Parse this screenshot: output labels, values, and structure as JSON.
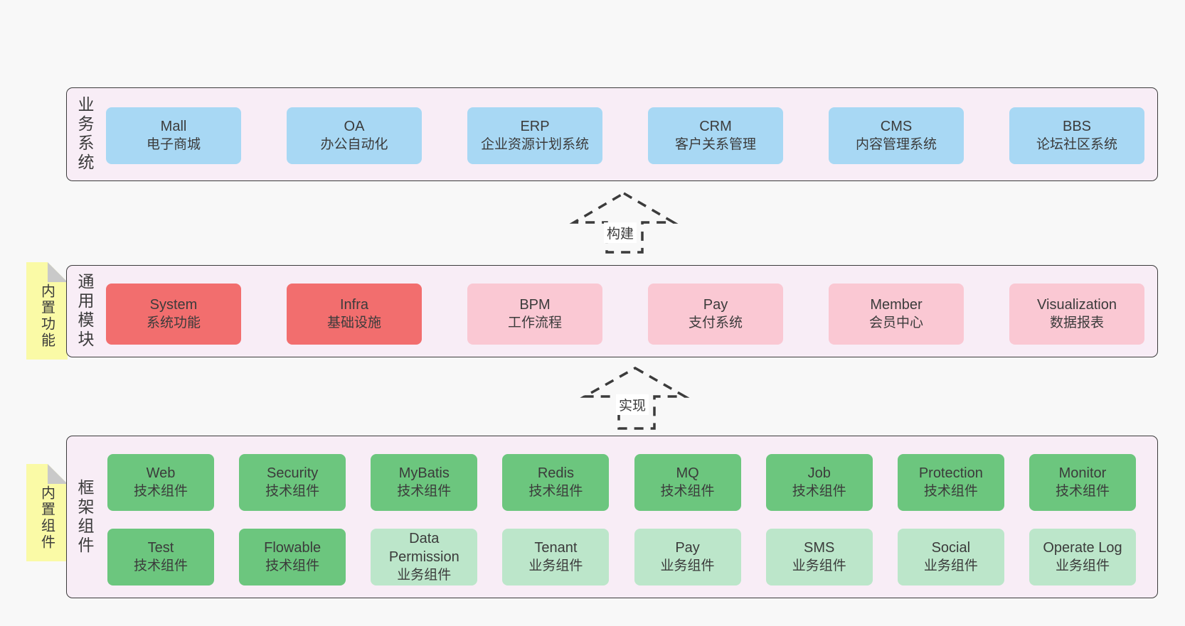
{
  "layers": {
    "business": {
      "side_label": "业务系统",
      "boxes": [
        {
          "name": "Mall",
          "subtitle": "电子商城"
        },
        {
          "name": "OA",
          "subtitle": "办公自动化"
        },
        {
          "name": "ERP",
          "subtitle": "企业资源计划系统"
        },
        {
          "name": "CRM",
          "subtitle": "客户关系管理"
        },
        {
          "name": "CMS",
          "subtitle": "内容管理系统"
        },
        {
          "name": "BBS",
          "subtitle": "论坛社区系统"
        }
      ]
    },
    "modules": {
      "side_label": "通用模块",
      "note": "内置功能",
      "boxes": [
        {
          "name": "System",
          "subtitle": "系统功能"
        },
        {
          "name": "Infra",
          "subtitle": "基础设施"
        },
        {
          "name": "BPM",
          "subtitle": "工作流程"
        },
        {
          "name": "Pay",
          "subtitle": "支付系统"
        },
        {
          "name": "Member",
          "subtitle": "会员中心"
        },
        {
          "name": "Visualization",
          "subtitle": "数据报表"
        }
      ]
    },
    "components": {
      "side_label": "框架组件",
      "note": "内置组件",
      "rows": [
        [
          {
            "name": "Web",
            "subtitle": "技术组件"
          },
          {
            "name": "Security",
            "subtitle": "技术组件"
          },
          {
            "name": "MyBatis",
            "subtitle": "技术组件"
          },
          {
            "name": "Redis",
            "subtitle": "技术组件"
          },
          {
            "name": "MQ",
            "subtitle": "技术组件"
          },
          {
            "name": "Job",
            "subtitle": "技术组件"
          },
          {
            "name": "Protection",
            "subtitle": "技术组件"
          },
          {
            "name": "Monitor",
            "subtitle": "技术组件"
          }
        ],
        [
          {
            "name": "Test",
            "subtitle": "技术组件"
          },
          {
            "name": "Flowable",
            "subtitle": "技术组件"
          },
          {
            "name": "Data Permission",
            "subtitle": "业务组件"
          },
          {
            "name": "Tenant",
            "subtitle": "业务组件"
          },
          {
            "name": "Pay",
            "subtitle": "业务组件"
          },
          {
            "name": "SMS",
            "subtitle": "业务组件"
          },
          {
            "name": "Social",
            "subtitle": "业务组件"
          },
          {
            "name": "Operate Log",
            "subtitle": "业务组件"
          }
        ]
      ]
    }
  },
  "arrows": {
    "build": {
      "label": "构建"
    },
    "implement": {
      "label": "实现"
    }
  },
  "colors": {
    "blue": "#a8d8f4",
    "red": "#f26e6e",
    "pink": "#fac8d3",
    "green": "#6cc67e",
    "lightgreen": "#bce6ca",
    "container_bg": "#f8edf6",
    "note_yellow": "#fafaa6",
    "note_fold": "#c9c9c9",
    "border_dark": "#3b3b3b",
    "page_bg": "#f8f8f8"
  }
}
